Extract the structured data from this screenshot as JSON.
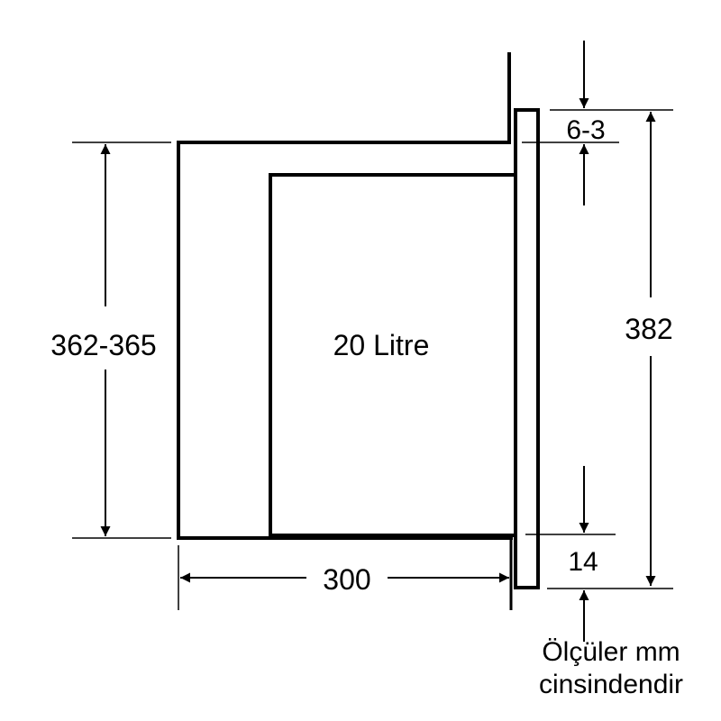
{
  "labels": {
    "height_cabinet": "362-365",
    "depth": "300",
    "volume": "20 Litre",
    "height_front": "382",
    "top_gap": "6-3",
    "bottom_gap": "14",
    "unit_note_line1": "Ölçüler mm",
    "unit_note_line2": "cinsindendir"
  },
  "colors": {
    "stroke": "#000000",
    "background": "#ffffff"
  }
}
